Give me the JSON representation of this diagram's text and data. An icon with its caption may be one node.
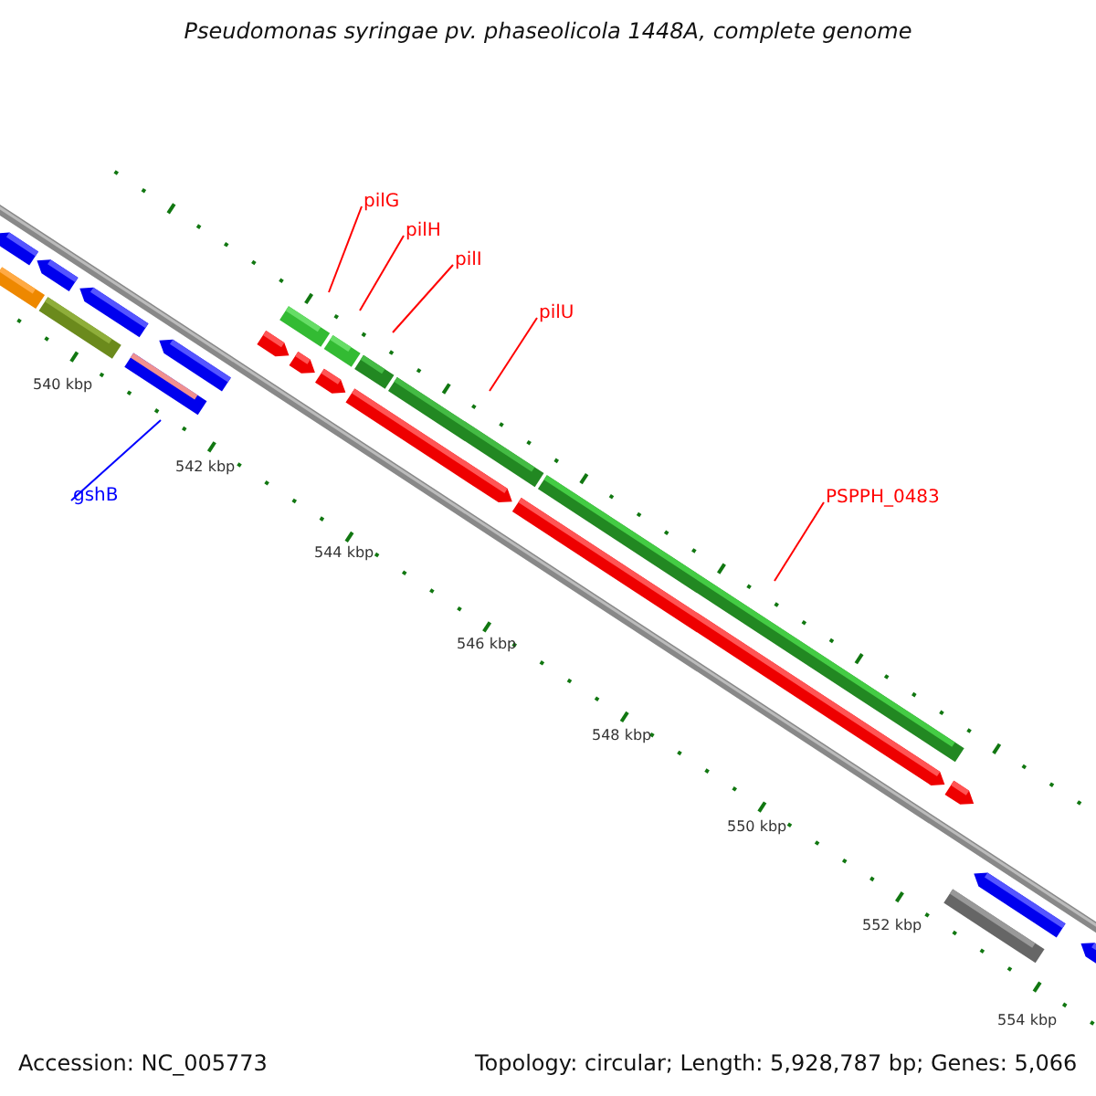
{
  "diagram": {
    "title": "Pseudomonas syringae pv. phaseolicola 1448A, complete genome",
    "nodes": [
      {
        "text": [
          "pilG"
        ]
      },
      {
        "text": [
          "pilH"
        ]
      },
      {
        "text": [
          "pilI"
        ]
      },
      {
        "text": [
          "pilU"
        ]
      },
      {
        "text": [
          "PSPPH_0483"
        ]
      },
      {
        "text": [
          "gshB"
        ]
      }
    ],
    "edges": [
      {
        "from": 0,
        "to": null,
        "arrow": "none"
      },
      {
        "from": 1,
        "to": null,
        "arrow": "none"
      },
      {
        "from": 2,
        "to": null,
        "arrow": "none"
      },
      {
        "from": 3,
        "to": null,
        "arrow": "none"
      },
      {
        "from": 4,
        "to": null,
        "arrow": "none"
      },
      {
        "from": 5,
        "to": null,
        "arrow": "none",
        "color": "#0000ff"
      }
    ],
    "labels": [
      "540 kbp",
      "542 kbp",
      "544 kbp",
      "546 kbp",
      "548 kbp",
      "550 kbp",
      "552 kbp",
      "554 kbp",
      "Accession: NC_005773",
      "Topology: circular; Length: 5,928,787 bp; Genes: 5,066"
    ]
  }
}
